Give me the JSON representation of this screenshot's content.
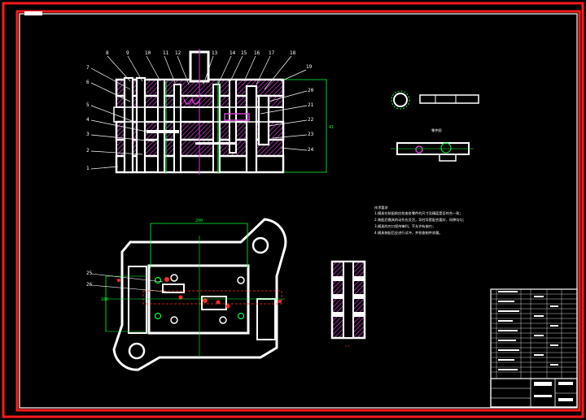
{
  "colors": {
    "background": "#000000",
    "frame_red": "#ff1a1a",
    "outline_white": "#ffffff",
    "hatch_magenta": "#d040d0",
    "dimension_green": "#00ff33"
  },
  "callouts_top": [
    "8",
    "9",
    "10",
    "11",
    "12",
    "13",
    "14",
    "15",
    "16",
    "17",
    "18",
    "19"
  ],
  "callouts_left": [
    "7",
    "6",
    "5",
    "4",
    "3",
    "2",
    "1"
  ],
  "callouts_right": [
    "20",
    "21",
    "22",
    "23",
    "24"
  ],
  "callouts_plan": [
    "25",
    "26"
  ],
  "dims": {
    "top_width": "200",
    "right_height": "41",
    "plan_height": "160"
  },
  "part_title": "零件图",
  "tech_title": "技术要求",
  "tech_notes": [
    "1.模具在装配前应检查各零件的尺寸及精度是否符合一致；",
    "2.装配后模具的动作应灵活，导柱导套配合要好，间隙均匀；",
    "3.模具的刃口保持锋利，不允许有崩刃；",
    "4.模具装配后应进行试冲，并检查制件质量。"
  ],
  "side_view_label": "A-A"
}
